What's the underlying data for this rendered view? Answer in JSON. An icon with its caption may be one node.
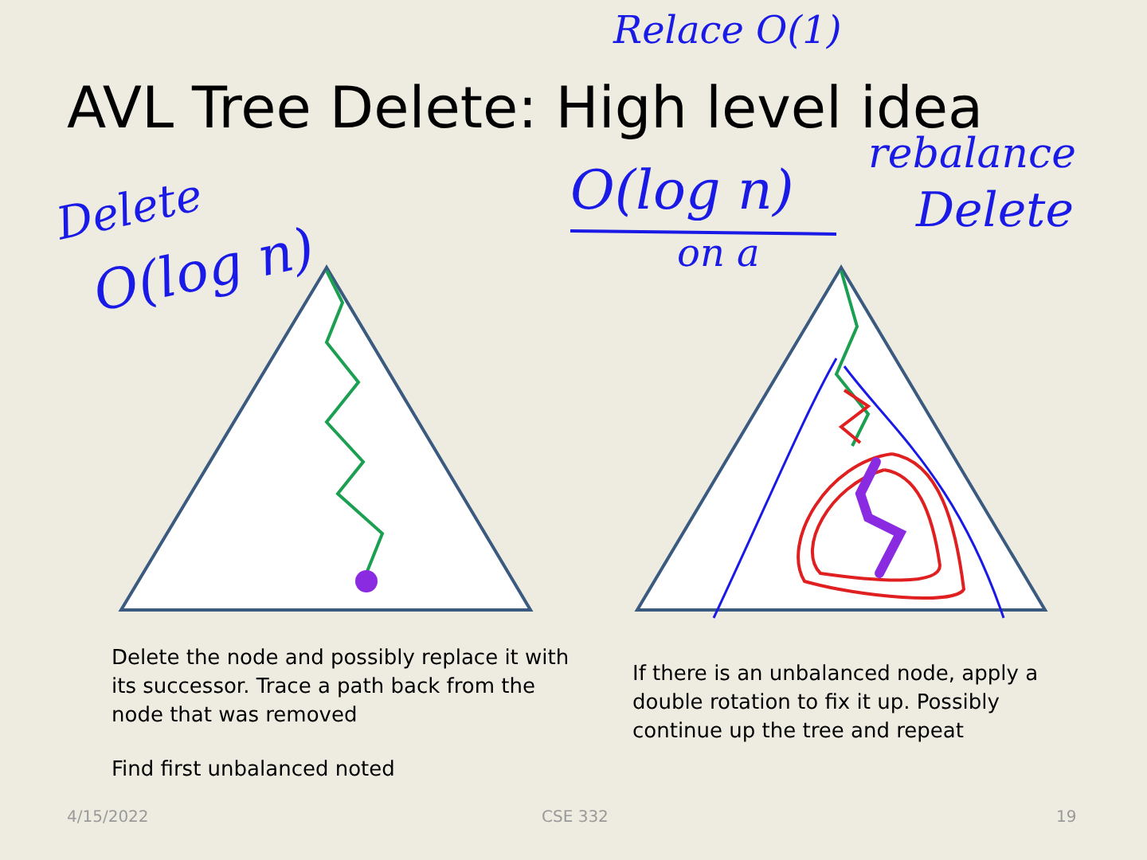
{
  "diagram": {
    "title": "AVL Tree Delete: High level idea",
    "labels": [
      "Relace O(1)",
      "Delete",
      "O(log n)",
      "rebalance",
      "O(log n)",
      "on a",
      "Delete",
      "Delete the node and possibly replace it with its successor.  Trace a path back from the node that was removed",
      "Find first unbalanced noted",
      "If there is an unbalanced node, apply a double rotation to fix it up.  Possibly continue up the tree and repeat",
      "4/15/2022",
      "CSE 332",
      "19"
    ]
  }
}
